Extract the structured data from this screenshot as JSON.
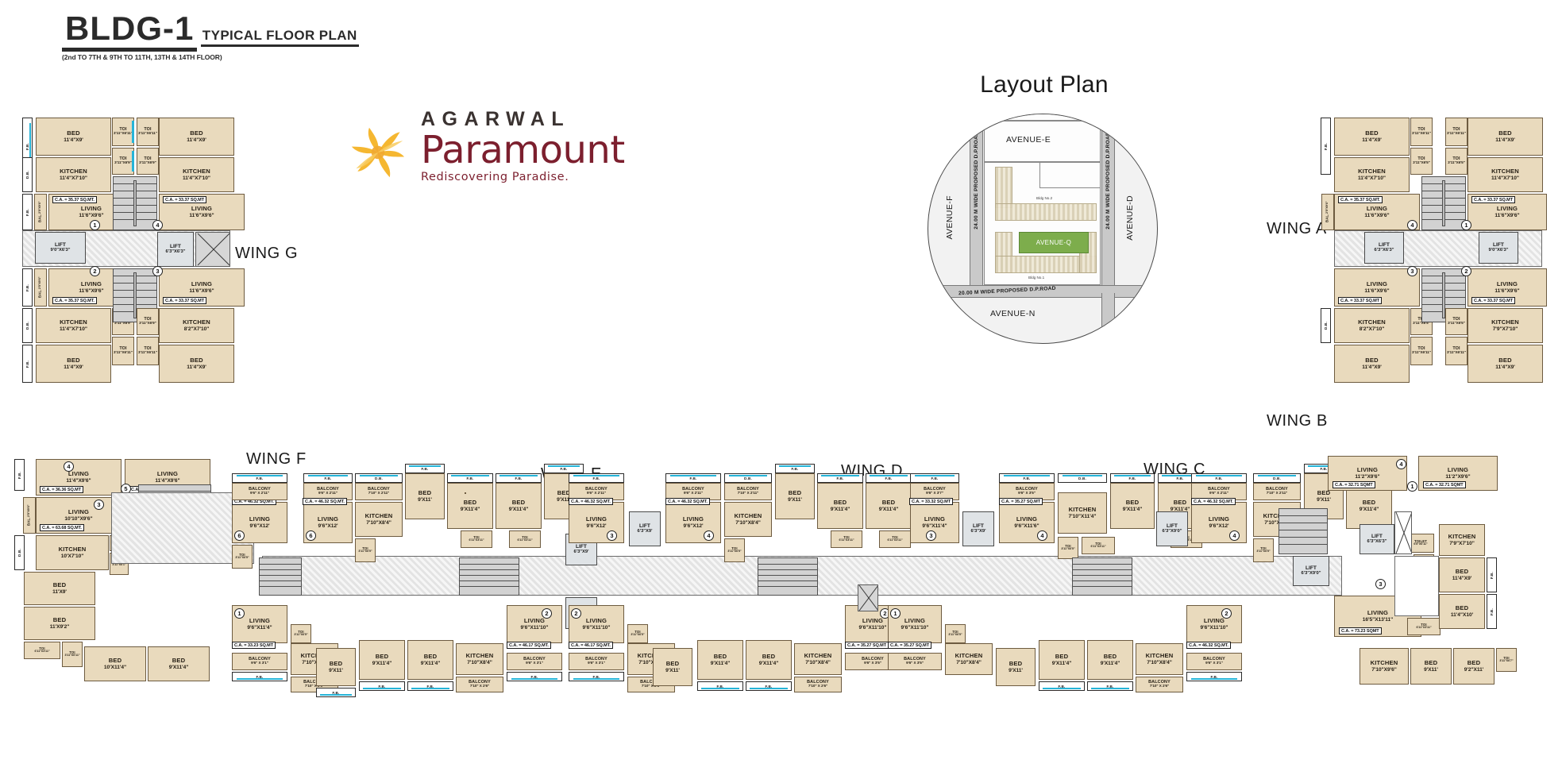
{
  "title": {
    "building": "BLDG-1",
    "plan_name": "TYPICAL  FLOOR PLAN",
    "floors": "(2nd TO 7TH & 9TH TO 11TH, 13TH & 14TH FLOOR)"
  },
  "brand": {
    "company": "AGARWAL",
    "project": "Paramount",
    "tagline": "Rediscovering Paradise.",
    "mark": "sun-swirl-logo",
    "colors": {
      "orange": "#f5b731",
      "maroon": "#7c1f2e",
      "dark": "#3a3230"
    }
  },
  "layout_plan": {
    "title": "Layout Plan",
    "avenues": [
      {
        "name": "AVENUE-E",
        "position": "top"
      },
      {
        "name": "AVENUE-F",
        "position": "left"
      },
      {
        "name": "AVENUE-D",
        "position": "right"
      },
      {
        "name": "AVENUE-N",
        "position": "bottom"
      },
      {
        "name": "AVENUE-Q",
        "position": "center-green"
      }
    ],
    "roads": [
      {
        "label": "24.00 M WIDE PROPOSED D.P.ROAD",
        "orientation": "vertical",
        "side": "left"
      },
      {
        "label": "24.00 M WIDE PROPOSED D.P.ROAD",
        "orientation": "vertical",
        "side": "right"
      },
      {
        "label": "20.00 M WIDE PROPOSED D.P.ROAD",
        "orientation": "horizontal",
        "side": "bottom"
      }
    ],
    "buildings": [
      {
        "label": "Bldg No.2"
      },
      {
        "label": "Bldg No.1"
      }
    ]
  },
  "plan": {
    "wings": [
      {
        "id": "G",
        "label": "WING G"
      },
      {
        "id": "F",
        "label": "WING F"
      },
      {
        "id": "E",
        "label": "WING E"
      },
      {
        "id": "D",
        "label": "WING D"
      },
      {
        "id": "C",
        "label": "WING C"
      },
      {
        "id": "A",
        "label": "WING A"
      },
      {
        "id": "B",
        "label": "WING B"
      }
    ],
    "room_types": [
      "BED",
      "KITCHEN",
      "LIVING",
      "TOI",
      "TOILET",
      "BALCONY",
      "BAL.",
      "LIFT",
      "DIN",
      "F.B.",
      "D.B."
    ],
    "unit_numbers": [
      "1",
      "2",
      "3",
      "4",
      "5",
      "6"
    ],
    "carpet_areas": [
      "C.A. = 35.37 SQ.MT.",
      "C.A. = 33.37 SQ.MT",
      "C.A. = 36.36 SQ.MT",
      "C.A. = 46.32 SQ.MT.",
      "C.A. = 33.23 SQ.MT",
      "C.A. = 46.17 SQ.MT.",
      "C.A. = 35.27 SQ.MT",
      "C.A. = 33.32 SQ.MT",
      "C.A. = 63.68 SQ.MT.",
      "C.A. = 73.23 SQMT",
      "C.A. = 32.71 SQMT"
    ],
    "dims": {
      "bed_11_4x9": "11'4\"X9'",
      "bed_11x9": "11'X9'",
      "bed_11x9_2": "11'X9'2\"",
      "bed_9x11": "9'X11'",
      "bed_9x11_4": "9'X11'4\"",
      "bed_10x11_4": "10'X11'4\"",
      "bed_9_2x11": "9'2\"X11'",
      "bed_11_4x10": "11'4\"X10'",
      "bed_11x9_b": "11'X9'",
      "kitchen_11_4x7_10": "11'4\"X7'10\"",
      "kitchen_8_2x7_10": "8'2\"X7'10\"",
      "kitchen_7_10x8_4": "7'10\"X8'4\"",
      "kitchen_7_10x11_4": "7'10\"X11'4\"",
      "kitchen_10x7_10": "10'X7'10\"",
      "kitchen_7_9x7_10": "7'9\"X7'10\"",
      "kitchen_7_10x9_6": "7'10\"X9'6\"",
      "living_11_6x9_6": "11'6\"X9'6\"",
      "living_9_6x12": "9'6\"X12'",
      "living_9_6x11_6": "9'6\"X11'6\"",
      "living_9_6x11_10": "9'6\"X11'10\"",
      "living_9_6x11_4": "9'6\"X11'4\"",
      "living_10_10x9_6": "10'10\"X9'6\"",
      "living_11_2x9_6": "11'2\"X9'6\"",
      "living_16_5x13_11": "16'5\"X13'11\"",
      "living_11_4x9_6": "11'4\"X9'6\"",
      "living_10_10x9_6b": "10'10\"X9'6\"",
      "toi_3_11x6_11": "3'11\"X6'11\"",
      "toi_3_11x6_9": "3'11\"X6'9\"",
      "toi_3_11x6_5": "3'11\"X6'5\"",
      "toi_6_11x3_11": "6'11\"X3'11\"",
      "toi_3_11x6_7": "3'11\"X6'7\"",
      "toilet_6_5x6_11": "6'5\"X6'11\"",
      "toilet_3_11x6_1": "3'11\"X6'1\"",
      "lift_9_0x6_3": "9'0\"X6'3\"",
      "lift_6_3x6_3": "6'3\"X6'3\"",
      "lift_6_3x9": "6'3\"X9'",
      "lift_6_3x9_0": "6'3\"X9'0\"",
      "lift_6_3x9_10": "6'3\"X9'10\"",
      "bal_9_6x2_11": "9'6\" X 2'11\"",
      "bal_7_10x2_11": "7'10\" X 2'11\"",
      "bal_9_6x3_1": "9'6\" X 3'1\"",
      "bal_7_10x2_6": "7'10\" X 2'6\"",
      "bal_9_6x3_5": "9'6\" X 3'5\"",
      "bal_9_6x3_7": "9'6\" X 3'7\"",
      "bal_2_5x9_6": "2'5\"X9'6\"",
      "bal_2_7x7_6": "2'7\"X7'6\"",
      "din_4_5x2_1": "4'5\"X2'1\""
    },
    "labels": {
      "fb": "F.B.",
      "db": "D.B.",
      "bal": "BAL.",
      "balcony": "BALCONY",
      "bed": "BED",
      "kitchen": "KITCHEN",
      "living": "LIVING",
      "toi": "TOI",
      "toilet": "TOILET",
      "lift": "LIFT",
      "din": "DIN"
    },
    "colors": {
      "room_fill": "#e9dabd",
      "wall": "#6d5b40",
      "window": "#26b4d8",
      "core": "#d6d6d6",
      "lift": "#dfe3e6",
      "lobby": "#ededed"
    }
  }
}
